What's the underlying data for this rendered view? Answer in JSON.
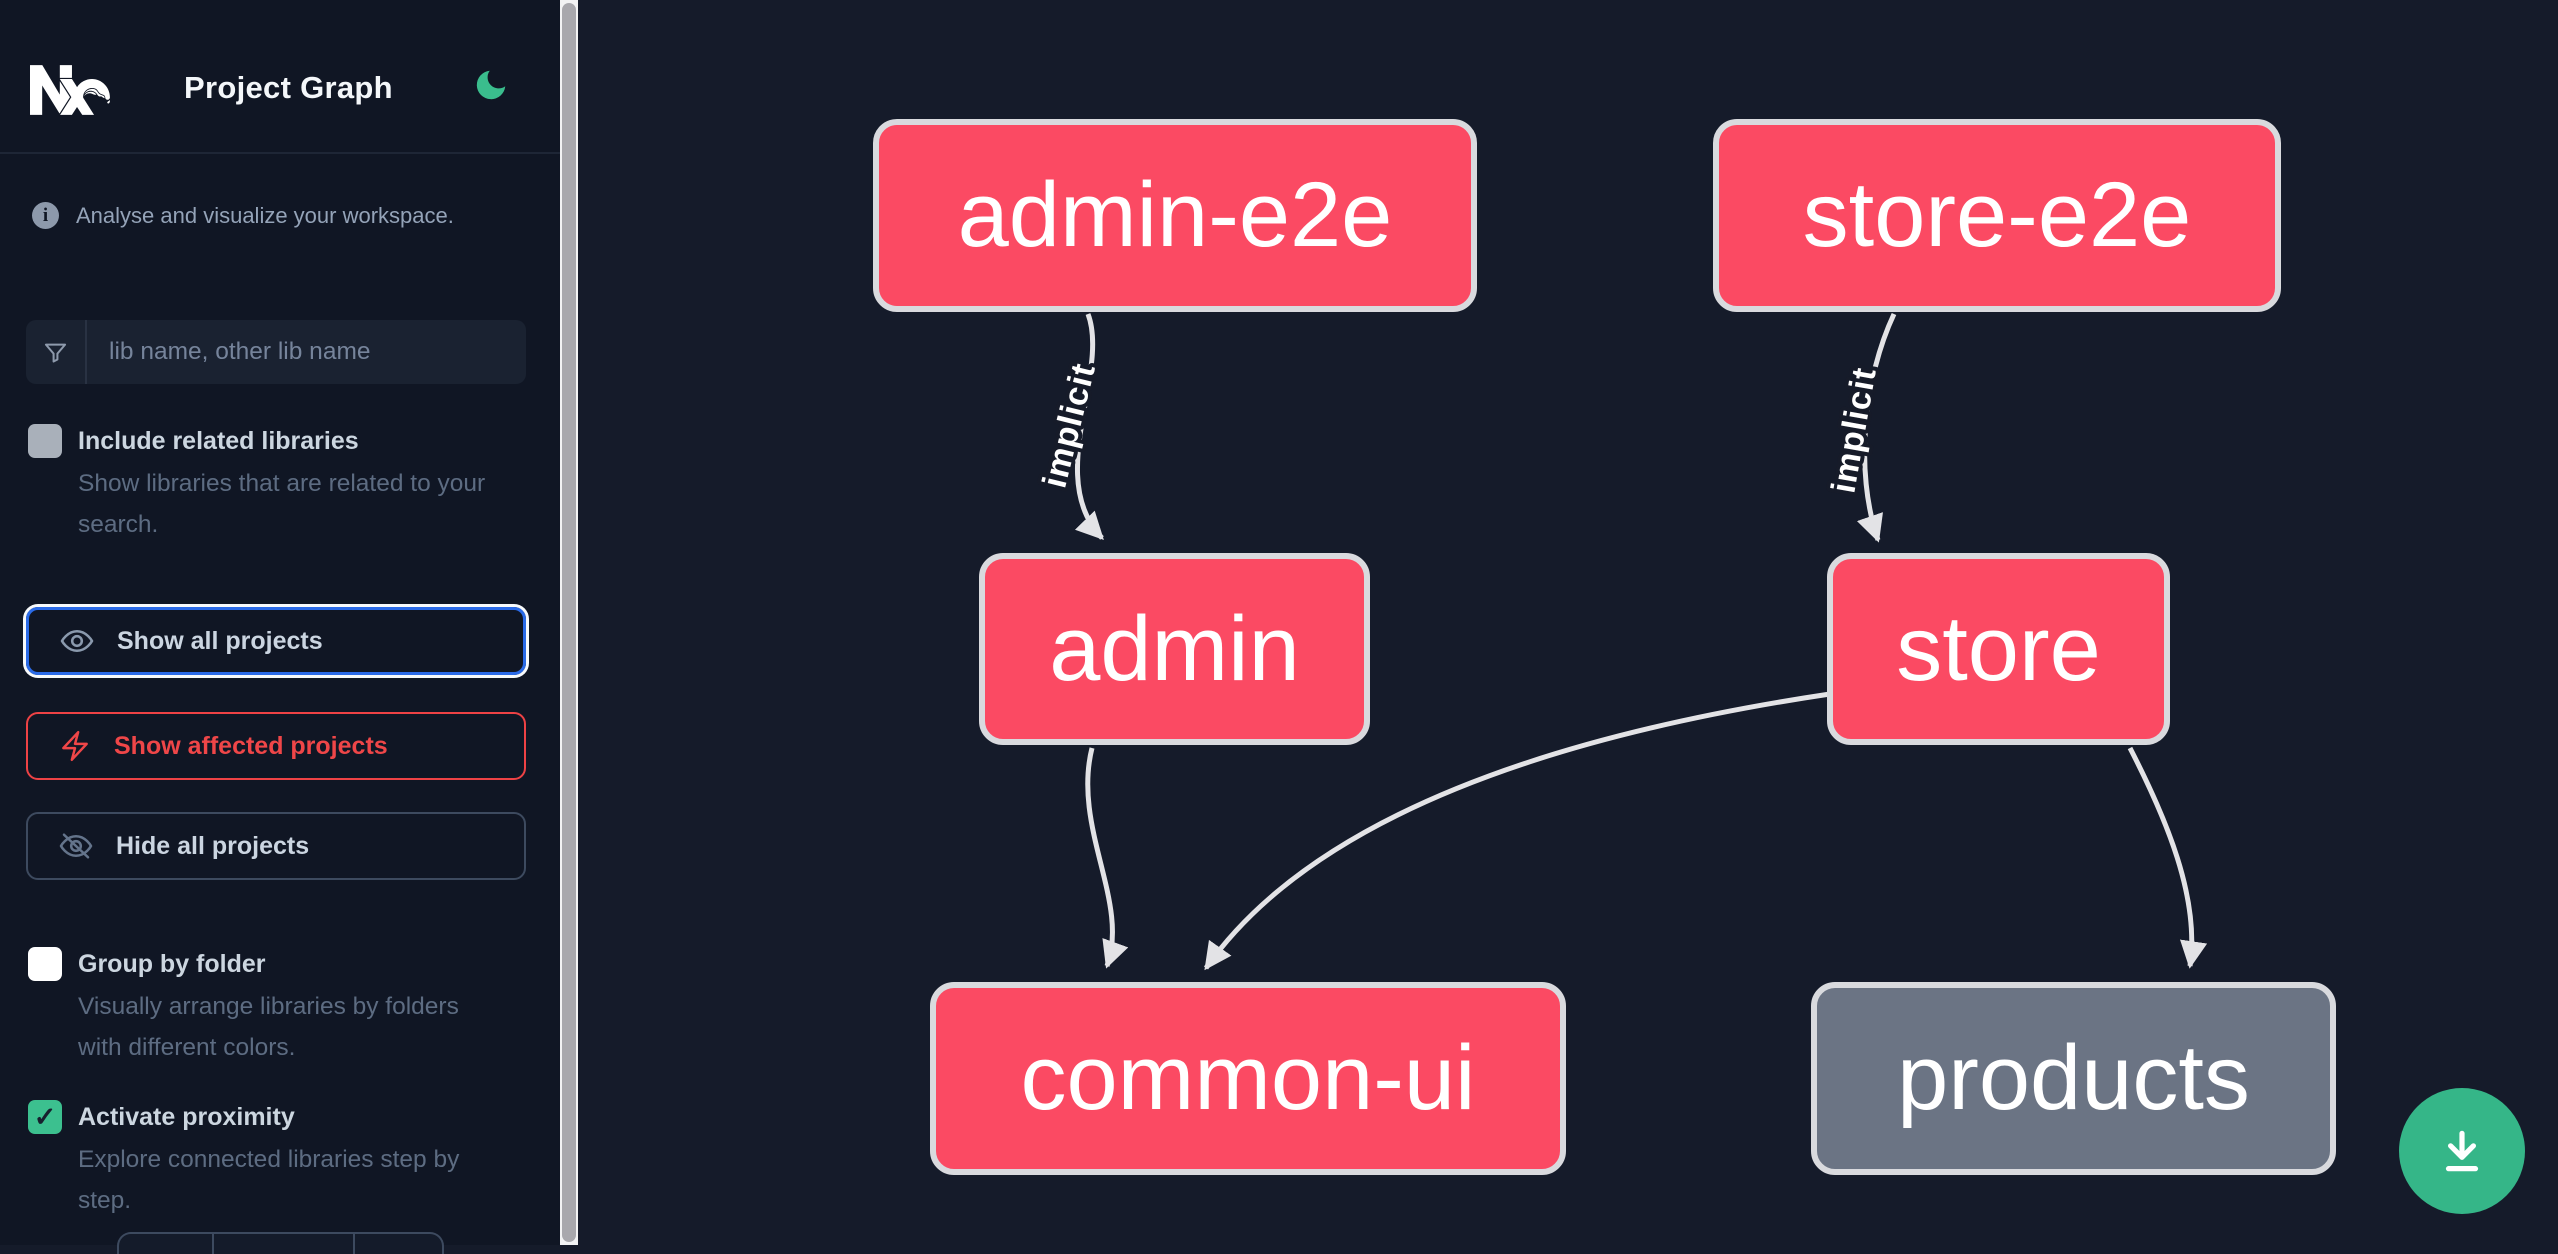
{
  "header": {
    "title": "Project Graph"
  },
  "intro": {
    "text": "Analyse and visualize your workspace."
  },
  "search": {
    "placeholder": "lib name, other lib name",
    "value": ""
  },
  "buttons": {
    "show_all": "Show all projects",
    "show_affected": "Show affected projects",
    "hide_all": "Hide all projects"
  },
  "options": {
    "include_related": {
      "label": "Include related libraries",
      "description": "Show libraries that are related to your search.",
      "checked": false
    },
    "group_by_folder": {
      "label": "Group by folder",
      "description": "Visually arrange libraries by folders with different colors.",
      "checked": false
    },
    "activate_proximity": {
      "label": "Activate proximity",
      "description": "Explore connected libraries step by step.",
      "checked": true
    }
  },
  "icons": {
    "check": "✓",
    "info": "i"
  },
  "graph": {
    "nodes": [
      {
        "id": "admin-e2e",
        "label": "admin-e2e",
        "color": "pink"
      },
      {
        "id": "store-e2e",
        "label": "store-e2e",
        "color": "pink"
      },
      {
        "id": "admin",
        "label": "admin",
        "color": "pink"
      },
      {
        "id": "store",
        "label": "store",
        "color": "pink"
      },
      {
        "id": "common-ui",
        "label": "common-ui",
        "color": "pink"
      },
      {
        "id": "products",
        "label": "products",
        "color": "gray"
      }
    ],
    "edges": [
      {
        "source": "admin-e2e",
        "target": "admin",
        "label": "implicit"
      },
      {
        "source": "store-e2e",
        "target": "store",
        "label": "implicit"
      },
      {
        "source": "admin",
        "target": "common-ui",
        "label": ""
      },
      {
        "source": "store",
        "target": "common-ui",
        "label": ""
      },
      {
        "source": "store",
        "target": "products",
        "label": ""
      }
    ]
  },
  "colors": {
    "node_affected": "#fb4a63",
    "node_unaffected": "#6b7484",
    "edge": "#e3e3e6",
    "accent_focus": "#2b6be8",
    "affected_red": "#ee4245",
    "green": "#35b688",
    "sidebar_bg": "#101624",
    "canvas_bg": "#151b2a"
  }
}
